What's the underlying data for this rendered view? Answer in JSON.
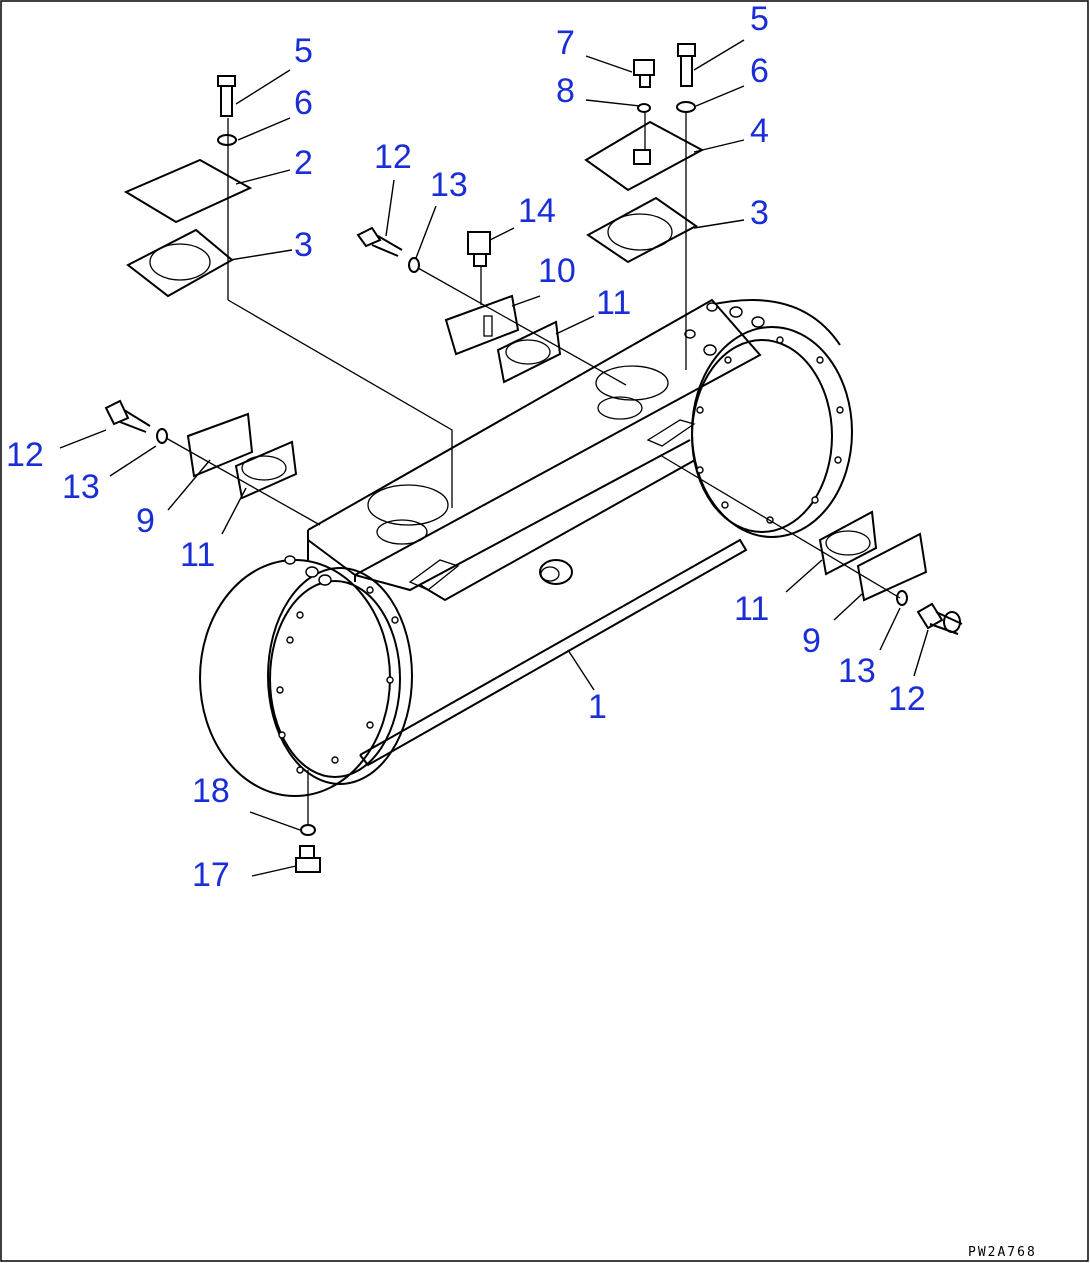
{
  "drawing_code": "PW2A768",
  "callouts": [
    {
      "id": "c5a",
      "text": "5"
    },
    {
      "id": "c6a",
      "text": "6"
    },
    {
      "id": "c2",
      "text": "2"
    },
    {
      "id": "c3a",
      "text": "3"
    },
    {
      "id": "c12a",
      "text": "12"
    },
    {
      "id": "c13a",
      "text": "13"
    },
    {
      "id": "c14",
      "text": "14"
    },
    {
      "id": "c10",
      "text": "10"
    },
    {
      "id": "c11a",
      "text": "11"
    },
    {
      "id": "c7",
      "text": "7"
    },
    {
      "id": "c5b",
      "text": "5"
    },
    {
      "id": "c8",
      "text": "8"
    },
    {
      "id": "c6b",
      "text": "6"
    },
    {
      "id": "c4",
      "text": "4"
    },
    {
      "id": "c3b",
      "text": "3"
    },
    {
      "id": "c12b",
      "text": "12"
    },
    {
      "id": "c13b",
      "text": "13"
    },
    {
      "id": "c9a",
      "text": "9"
    },
    {
      "id": "c11b",
      "text": "11"
    },
    {
      "id": "c1",
      "text": "1"
    },
    {
      "id": "c11c",
      "text": "11"
    },
    {
      "id": "c9b",
      "text": "9"
    },
    {
      "id": "c13c",
      "text": "13"
    },
    {
      "id": "c12c",
      "text": "12"
    },
    {
      "id": "c18",
      "text": "18"
    },
    {
      "id": "c17",
      "text": "17"
    }
  ]
}
